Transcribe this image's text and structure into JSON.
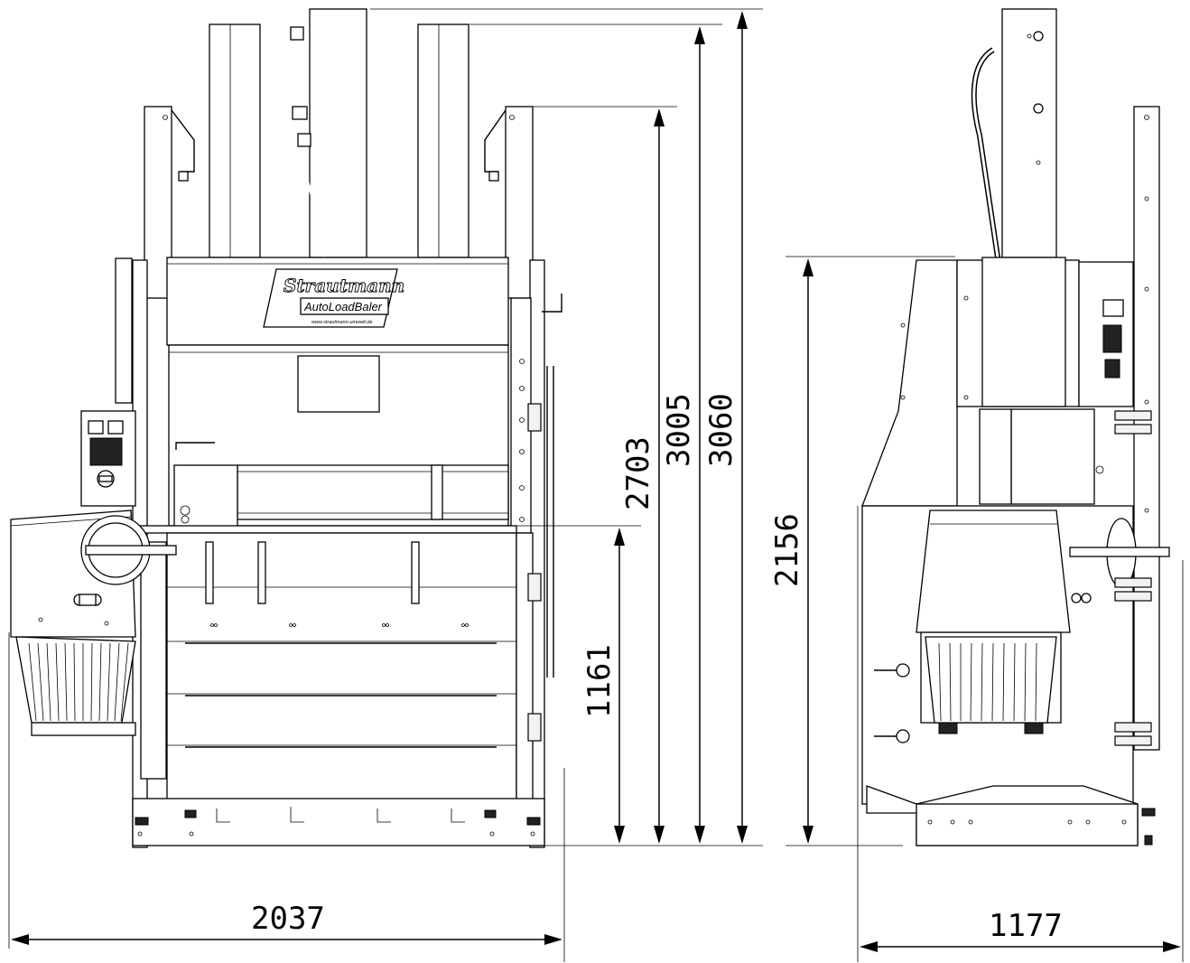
{
  "brand": {
    "name": "Strautmann",
    "product": "AutoLoadBaler",
    "url": "www.strautmann-umwelt.de"
  },
  "dimensions": {
    "front_width": "2037",
    "side_width": "1177",
    "height_hopper": "1161",
    "height_frame": "2703",
    "height_cylinder": "3005",
    "height_total": "3060",
    "height_side": "2156"
  },
  "colors": {
    "line": "#000000",
    "background": "#ffffff"
  }
}
